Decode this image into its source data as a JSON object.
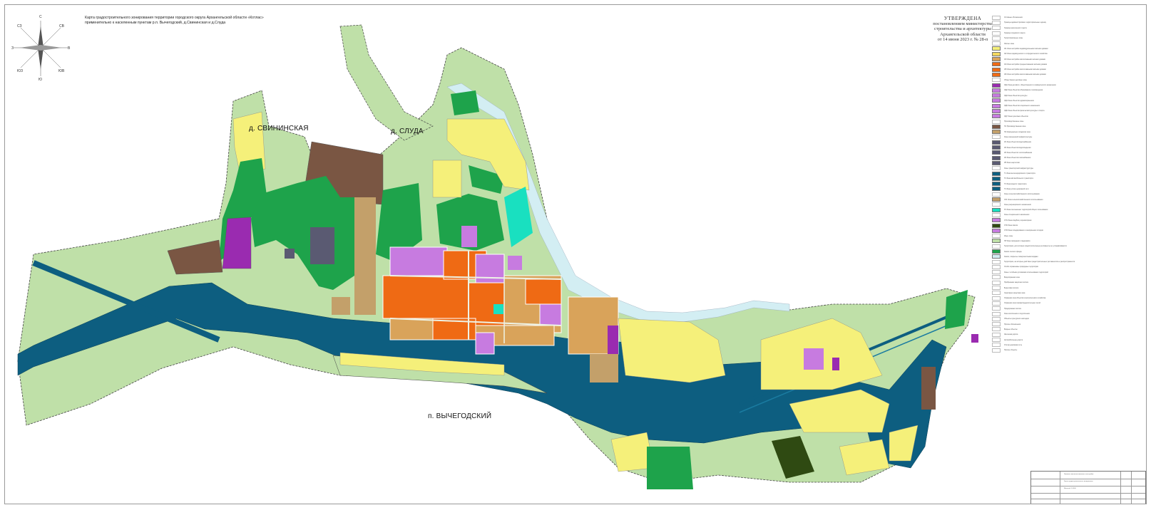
{
  "map": {
    "title_lines": [
      "Карта градостроительного зонирования территории городского округа Архангельской области «Котлас»",
      "применительно к населенным пунктам р.п. Вычегодский, д.Свининская и д.Слуда"
    ],
    "approval": {
      "head": "УТВЕРЖДЕНА",
      "lines": [
        "постановлением министерства",
        "строительства и архитектуры",
        "Архангельской области",
        "от 14 июня 2023 г. № 28-п"
      ]
    },
    "places": {
      "svininskaya": "д. СВИНИНСКАЯ",
      "sluda": "д. СЛУДА",
      "vychegodsky": "п. ВЫЧЕГОДСКИЙ"
    },
    "compass": {
      "n": "С",
      "ne": "СВ",
      "e": "В",
      "se": "ЮВ",
      "s": "Ю",
      "sw": "ЮЗ",
      "w": "З",
      "nw": "СЗ"
    }
  },
  "colors": {
    "residential_low": "#f5f07a",
    "residential_mid": "#f3d860",
    "residential_tan": "#d9a35a",
    "residential_orange": "#ef6a14",
    "business": "#c77be0",
    "business_dark": "#9a2bb0",
    "industrial": "#7a5643",
    "engineering": "#5a5a72",
    "transport": "#0d5e80",
    "agricultural": "#c3a06a",
    "recreation_green": "#1ea34b",
    "nature_light": "#bfe0a8",
    "special_cyan": "#19e0c0",
    "special_dark": "#2f4a12",
    "water": "#d3eef3",
    "roads": "#eef3e6"
  },
  "legend": {
    "items": [
      {
        "swatch": "blank",
        "text": "Условные обозначения"
      },
      {
        "swatch": "blank",
        "text": "Границы административно-территориальных единиц"
      },
      {
        "swatch": "blank",
        "text": "Граница населенного пункта"
      },
      {
        "swatch": "blank",
        "text": "Граница городского округа"
      },
      {
        "swatch": "blank",
        "text": "Территориальные зоны"
      },
      {
        "swatch": "blank",
        "text": "Жилые зоны"
      },
      {
        "swatch": "residential_low",
        "text": "Ж1 Зона застройки индивидуальными жилыми домами"
      },
      {
        "swatch": "residential_mid",
        "text": "Ж2 Зона садоводческого и огороднического хозяйства"
      },
      {
        "swatch": "residential_tan",
        "text": "Ж3 Зона застройки малоэтажными жилыми домами"
      },
      {
        "swatch": "residential_orange",
        "text": "Ж4 Зона застройки среднеэтажными жилыми домами"
      },
      {
        "swatch": "residential_orange",
        "text": "Ж5 Зона застройки многоэтажными жилыми домами"
      },
      {
        "swatch": "residential_orange",
        "text": "Ж6 Зона застройки многоэтажными жилыми домами"
      },
      {
        "swatch": "blank",
        "text": "Общественно-деловые зоны"
      },
      {
        "swatch": "business_dark",
        "text": "ОД1 Зона делового, общественного и коммерческого назначения"
      },
      {
        "swatch": "business",
        "text": "ОД2 Зона объектов образования и просвещения"
      },
      {
        "swatch": "business",
        "text": "ОД3 Зона объектов культуры"
      },
      {
        "swatch": "business",
        "text": "ОД4 Зона объектов здравоохранения"
      },
      {
        "swatch": "business",
        "text": "ОД5 Зона объектов социального назначения"
      },
      {
        "swatch": "business",
        "text": "ОД6 Зона объектов физической культуры и спорта"
      },
      {
        "swatch": "business",
        "text": "ОД7 Зона культовых объектов"
      },
      {
        "swatch": "blank",
        "text": "Производственные зоны"
      },
      {
        "swatch": "industrial",
        "text": "П1 Производственная зона"
      },
      {
        "swatch": "agricultural",
        "text": "П2 Коммунально-складская зона"
      },
      {
        "swatch": "blank",
        "text": "Зоны инженерной инфраструктуры"
      },
      {
        "swatch": "engineering",
        "text": "И1 Зона объектов водоснабжения"
      },
      {
        "swatch": "engineering",
        "text": "И2 Зона объектов водоотведения"
      },
      {
        "swatch": "engineering",
        "text": "И3 Зона объектов теплоснабжения"
      },
      {
        "swatch": "engineering",
        "text": "И4 Зона объектов газоснабжения"
      },
      {
        "swatch": "engineering",
        "text": "И5 Зона энергетики"
      },
      {
        "swatch": "blank",
        "text": "Зоны транспортной инфраструктуры"
      },
      {
        "swatch": "transport",
        "text": "Т1 Зона железнодорожного транспорта"
      },
      {
        "swatch": "transport",
        "text": "Т2 Зона автомобильного транспорта"
      },
      {
        "swatch": "transport",
        "text": "Т3 Зона водного транспорта"
      },
      {
        "swatch": "transport",
        "text": "Т4 Зона улично-дорожной сети"
      },
      {
        "swatch": "blank",
        "text": "Зоны сельскохозяйственного использования"
      },
      {
        "swatch": "agricultural",
        "text": "СХ1 Зона сельскохозяйственного использования"
      },
      {
        "swatch": "blank",
        "text": "Зоны рекреационного назначения"
      },
      {
        "swatch": "special_cyan",
        "text": "Р1 Зона озелененных территорий общего пользования"
      },
      {
        "swatch": "blank",
        "text": "Зоны специального назначения"
      },
      {
        "swatch": "business",
        "text": "СН1 Зона кладбищ и крематориев"
      },
      {
        "swatch": "special_dark",
        "text": "СН2 Зона свалок"
      },
      {
        "swatch": "business",
        "text": "СН3 Зона складирования и захоронения отходов"
      },
      {
        "swatch": "blank",
        "text": "Иные зоны"
      },
      {
        "swatch": "nature_light",
        "text": "ПР Зона природного ландшафта"
      },
      {
        "swatch": "blank",
        "text": "Территории, для которых градостроительные регламенты не устанавливаются"
      },
      {
        "swatch": "recreation_green",
        "text": "Земли лесного фонда"
      },
      {
        "swatch": "water",
        "text": "Земли, покрытые поверхностными водами"
      },
      {
        "swatch": "blank",
        "text": "Территории, на которые действие градостроительных регламентов не распространяется"
      },
      {
        "swatch": "blank",
        "text": "Особо охраняемые природные территории"
      },
      {
        "swatch": "blank",
        "text": "Зоны с особыми условиями использования территорий"
      },
      {
        "swatch": "blank",
        "text": "Водоохранная зона"
      },
      {
        "swatch": "blank",
        "text": "Прибрежная защитная полоса"
      },
      {
        "swatch": "blank",
        "text": "Береговая полоса"
      },
      {
        "swatch": "blank",
        "text": "Санитарно-защитная зона"
      },
      {
        "swatch": "blank",
        "text": "Охранная зона объектов электросетевого хозяйства"
      },
      {
        "swatch": "blank",
        "text": "Охранная зона газораспределительных сетей"
      },
      {
        "swatch": "blank",
        "text": "Придорожная полоса"
      },
      {
        "swatch": "blank",
        "text": "Зона затопления и подтопления"
      },
      {
        "swatch": "blank",
        "text": "Объекты культурного наследия"
      },
      {
        "swatch": "blank",
        "text": "Прочие обозначения"
      },
      {
        "swatch": "blank",
        "text": "Водные объекты"
      },
      {
        "swatch": "blank",
        "text": "Железная дорога"
      },
      {
        "swatch": "blank",
        "text": "Автомобильные дороги"
      },
      {
        "swatch": "blank",
        "text": "Улично-дорожная сеть"
      },
      {
        "swatch": "blank",
        "text": "Прочие объекты"
      }
    ]
  },
  "stamp": {
    "lines": [
      "Правила землепользования и застройки",
      "Карта градостроительного зонирования",
      "Масштаб 1:5000"
    ]
  }
}
